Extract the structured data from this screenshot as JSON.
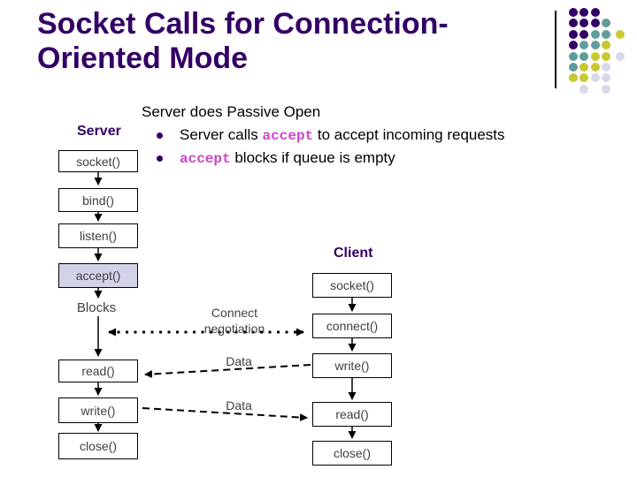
{
  "title": {
    "line1": "Socket Calls for Connection-",
    "line2": "Oriented Mode"
  },
  "intro": {
    "heading": "Server does Passive Open",
    "bullets": [
      {
        "pre": "Server calls ",
        "code": "accept",
        "post": " to accept incoming requests"
      },
      {
        "pre": "",
        "code": "accept",
        "post": " blocks if queue is empty"
      }
    ]
  },
  "server": {
    "label": "Server",
    "socket": "socket()",
    "bind": "bind()",
    "listen": "listen()",
    "accept": "accept()",
    "blocks": "Blocks",
    "read": "read()",
    "write": "write()",
    "close": "close()"
  },
  "client": {
    "label": "Client",
    "socket": "socket()",
    "connect": "connect()",
    "write": "write()",
    "read": "read()",
    "close": "close()"
  },
  "labels": {
    "connect_negotiation_line1": "Connect",
    "connect_negotiation_line2": "negotiation",
    "data_upper": "Data",
    "data_lower": "Data"
  },
  "colors": {
    "title_text": "#330066",
    "code_accent": "#cc44cc",
    "accept_box_fill": "#d2d2e8",
    "box_text": "#3f3f3f"
  },
  "decor": {
    "palette": {
      "P": "#330066",
      "T": "#5f9c9c",
      "Y": "#c8c832",
      "G": "#d8d8e8"
    },
    "rows": [
      "PPP",
      "PPPT",
      "PPTTY",
      "PTTY",
      "TTYYG",
      "TYYG",
      "YYGG",
      ".G.G"
    ]
  }
}
